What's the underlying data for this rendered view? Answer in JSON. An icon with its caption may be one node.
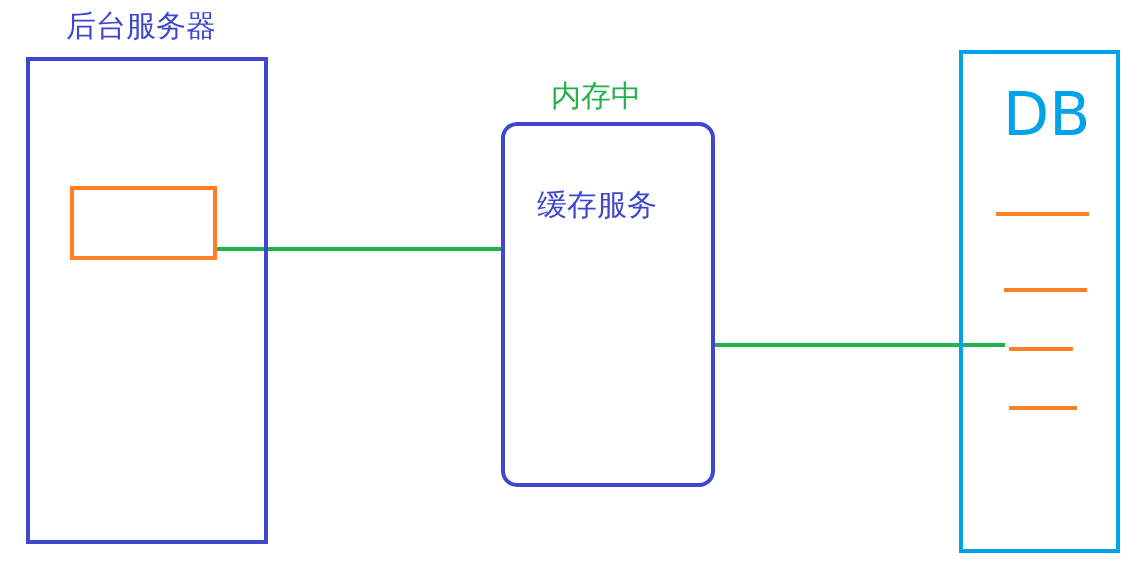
{
  "diagram": {
    "nodes": [
      {
        "text": [
          "后台服务器"
        ]
      },
      {
        "text": [],
        "shape": "box",
        "in": 0
      },
      {
        "text": [
          "内存中",
          "缓存服务"
        ]
      },
      {
        "text": [
          "DB"
        ]
      },
      {
        "text": [],
        "shape": "bar",
        "in": 3
      },
      {
        "text": [],
        "shape": "bar",
        "in": 3
      },
      {
        "text": [],
        "shape": "bar",
        "in": 3
      },
      {
        "text": [],
        "shape": "bar",
        "in": 3
      }
    ],
    "edges": [
      {
        "from": 1,
        "to": 2,
        "arrow": "none"
      },
      {
        "from": 2,
        "to": 6,
        "arrow": "none"
      }
    ]
  }
}
